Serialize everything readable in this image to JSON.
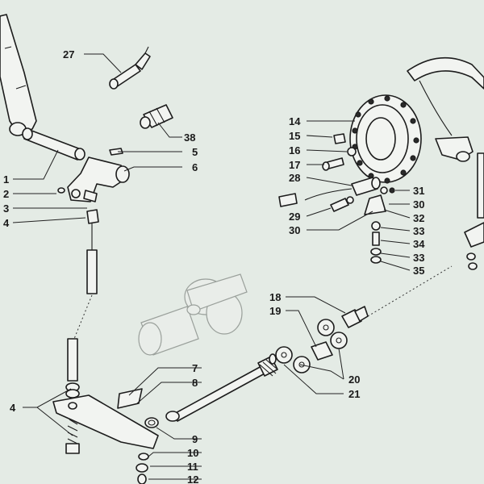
{
  "diagram": {
    "callouts": [
      {
        "id": "c27",
        "text": "27"
      },
      {
        "id": "c38",
        "text": "38"
      },
      {
        "id": "c5",
        "text": "5"
      },
      {
        "id": "c6",
        "text": "6"
      },
      {
        "id": "c1",
        "text": "1"
      },
      {
        "id": "c2",
        "text": "2"
      },
      {
        "id": "c3",
        "text": "3"
      },
      {
        "id": "c4a",
        "text": "4"
      },
      {
        "id": "c14",
        "text": "14"
      },
      {
        "id": "c15",
        "text": "15"
      },
      {
        "id": "c16",
        "text": "16"
      },
      {
        "id": "c17",
        "text": "17"
      },
      {
        "id": "c28",
        "text": "28"
      },
      {
        "id": "c29",
        "text": "29"
      },
      {
        "id": "c30a",
        "text": "30"
      },
      {
        "id": "c31",
        "text": "31"
      },
      {
        "id": "c30b",
        "text": "30"
      },
      {
        "id": "c32",
        "text": "32"
      },
      {
        "id": "c33a",
        "text": "33"
      },
      {
        "id": "c34",
        "text": "34"
      },
      {
        "id": "c33b",
        "text": "33"
      },
      {
        "id": "c35",
        "text": "35"
      },
      {
        "id": "c18",
        "text": "18"
      },
      {
        "id": "c19",
        "text": "19"
      },
      {
        "id": "c20",
        "text": "20"
      },
      {
        "id": "c21",
        "text": "21"
      },
      {
        "id": "c7",
        "text": "7"
      },
      {
        "id": "c8",
        "text": "8"
      },
      {
        "id": "c4b",
        "text": "4"
      },
      {
        "id": "c9",
        "text": "9"
      },
      {
        "id": "c10",
        "text": "10"
      },
      {
        "id": "c11",
        "text": "11"
      },
      {
        "id": "c12",
        "text": "12"
      }
    ]
  }
}
